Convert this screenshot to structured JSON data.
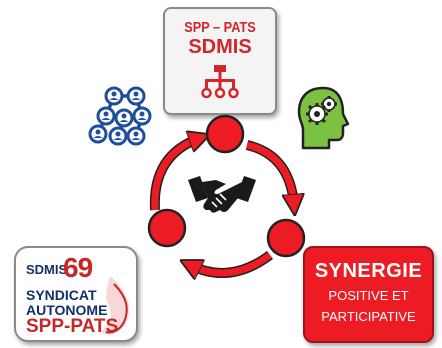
{
  "top_box": {
    "line1": "SPP – PATS",
    "line2": "SDMIS"
  },
  "logo": {
    "sdmis": "SDMIS",
    "number": "69",
    "line1": "SYNDICAT",
    "line2": "AUTONOME",
    "line3": "SPP-PATS"
  },
  "synergy_box": {
    "title": "SYNERGIE",
    "line1": "POSITIVE ET",
    "line2": "PARTICIPATIVE"
  },
  "icons": {
    "network": "network-people-icon",
    "head": "head-gears-icon",
    "handshake": "handshake-icon",
    "org_chart": "org-chart-icon"
  },
  "colors": {
    "red": "#ed1c24",
    "dark_red": "#d4252a",
    "navy": "#12306b",
    "blue": "#1f4e9c",
    "green": "#7dc142"
  }
}
